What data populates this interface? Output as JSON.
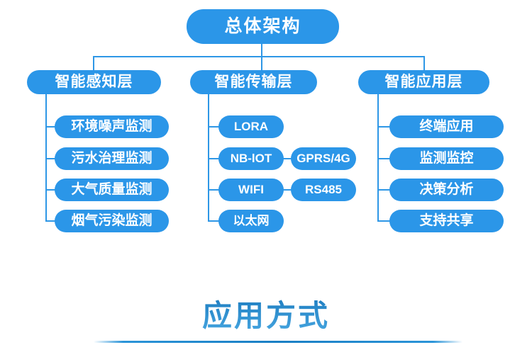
{
  "colors": {
    "box_blue": "#2b96e8",
    "line_blue": "#2e97e6",
    "title_gradient_top": "#1c7cc0",
    "title_gradient_bottom": "#47a6e0"
  },
  "diagram": {
    "root": {
      "label": "总体架构"
    },
    "columns": [
      {
        "header": "智能感知层",
        "children": [
          "环境噪声监测",
          "污水治理监测",
          "大气质量监测",
          "烟气污染监测"
        ]
      },
      {
        "header": "智能传输层",
        "children": [
          "LORA",
          "NB-lOT",
          "WIFI",
          "以太网"
        ],
        "side": [
          "GPRS/4G",
          "RS485"
        ]
      },
      {
        "header": "智能应用层",
        "children": [
          "终端应用",
          "监测监控",
          "决策分析",
          "支持共享"
        ]
      }
    ]
  },
  "section_title": {
    "text": "应用方式"
  }
}
